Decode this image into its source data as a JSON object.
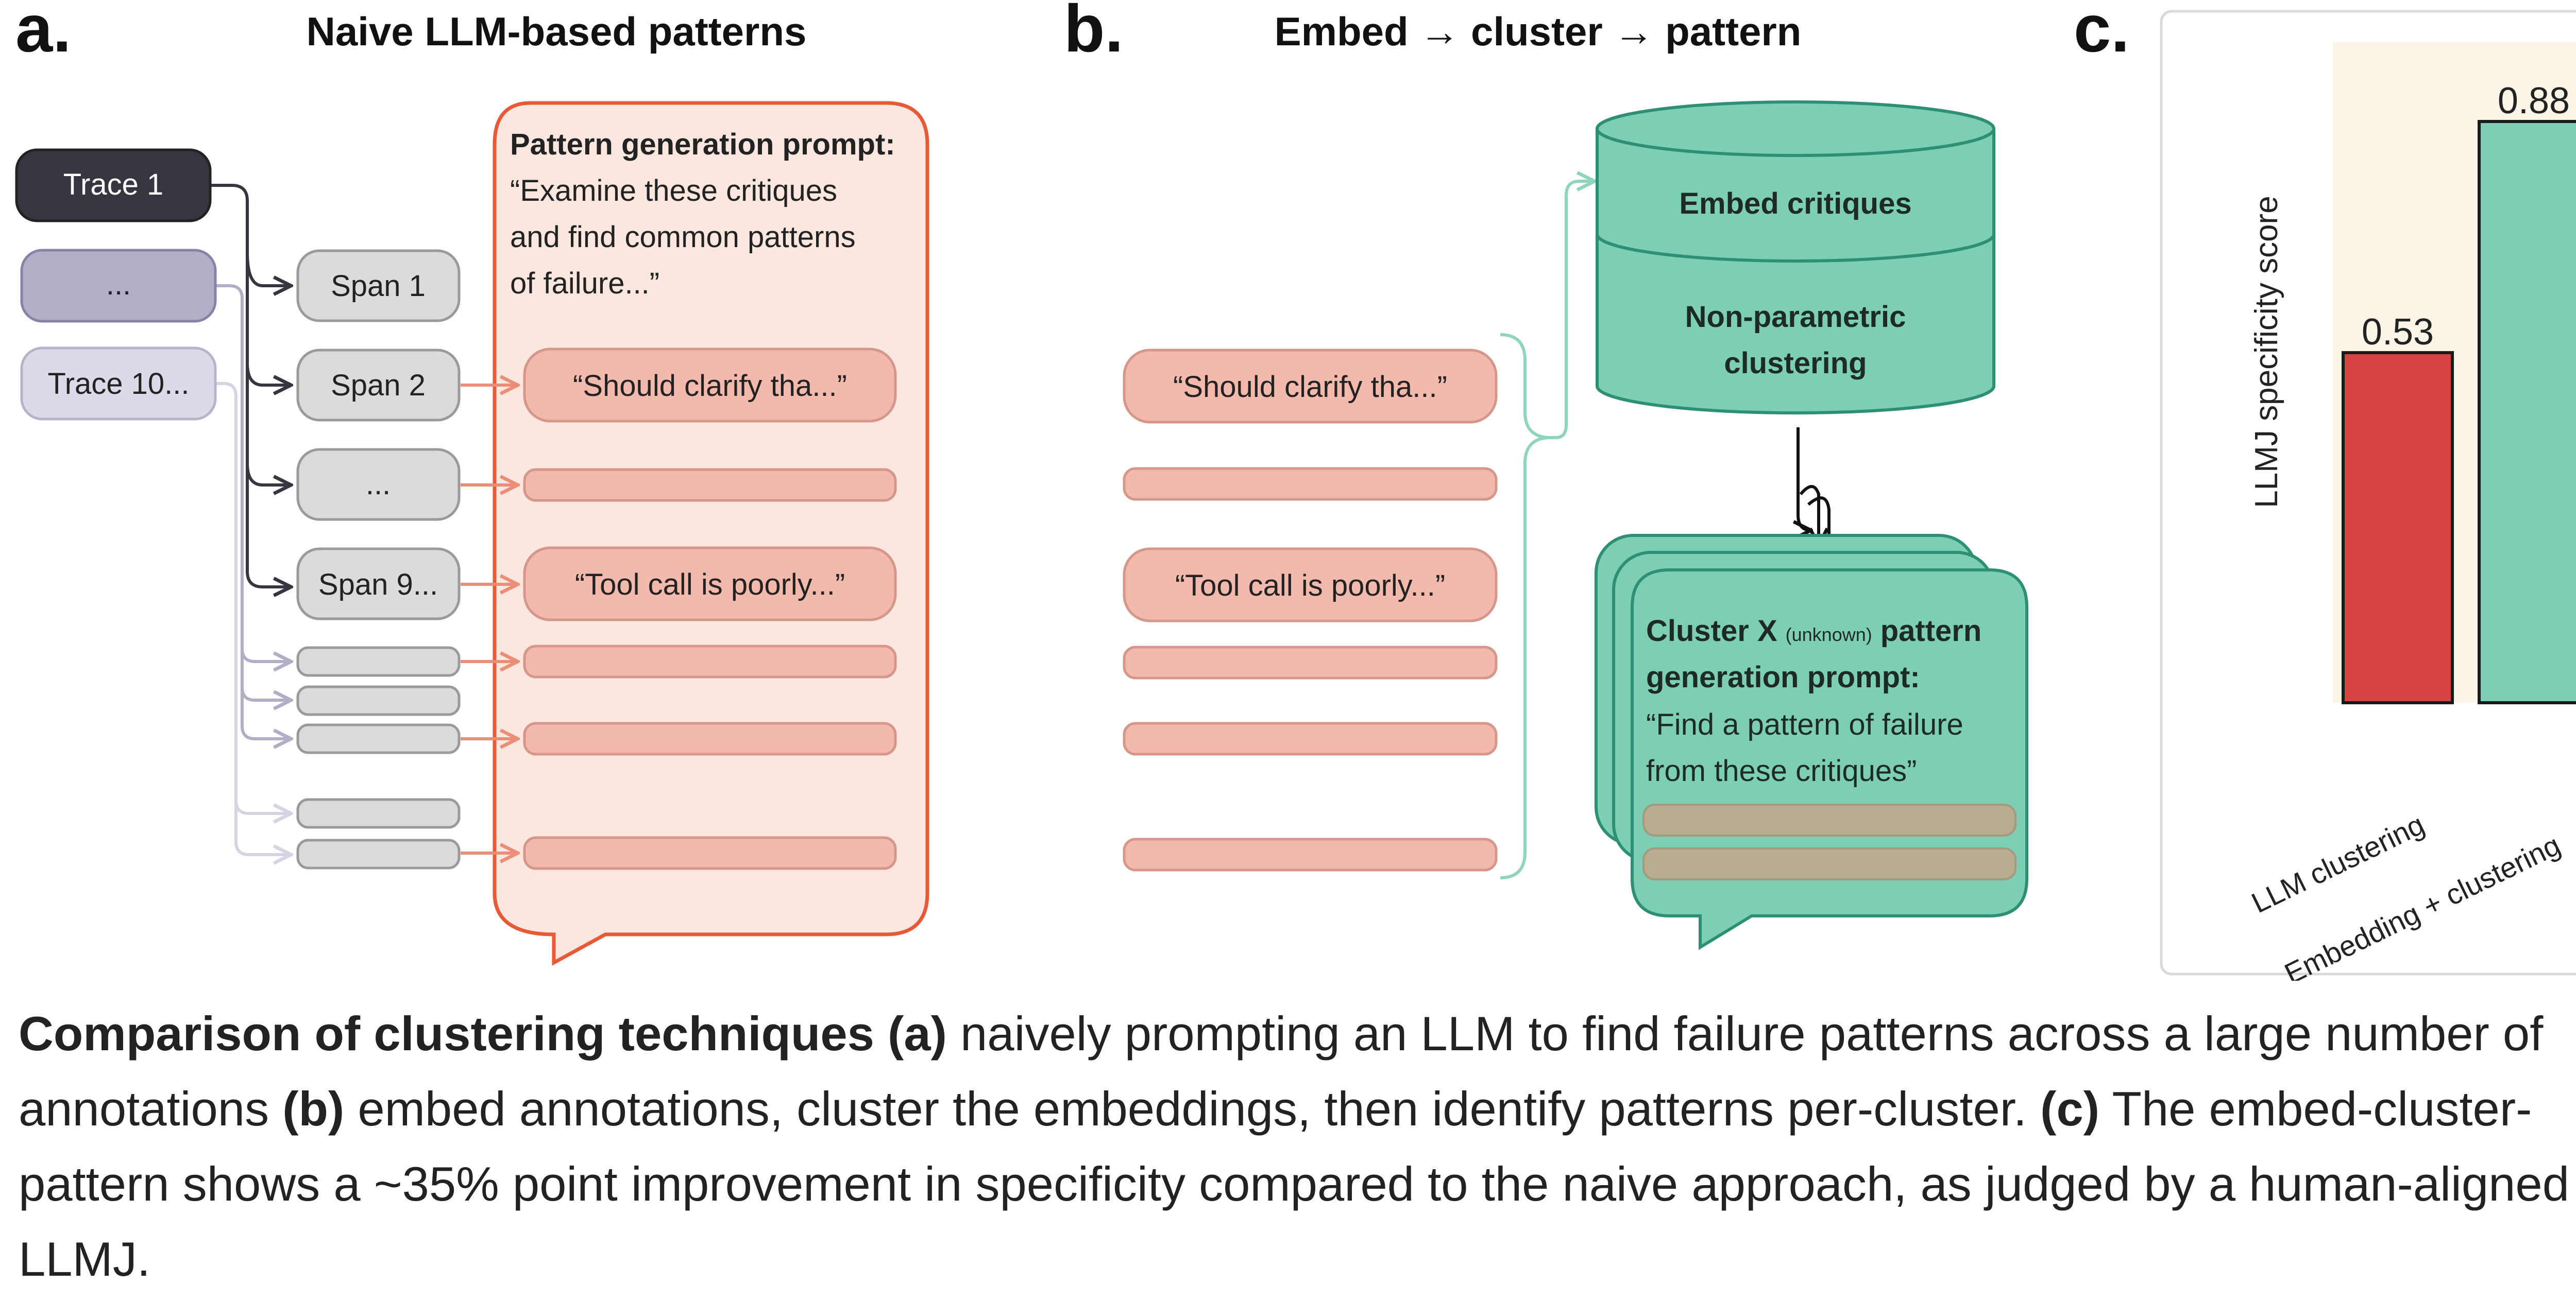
{
  "panel_a": {
    "letter": "a.",
    "title": "Naive LLM-based patterns",
    "traces": [
      "Trace 1",
      "...",
      "Trace 10..."
    ],
    "spans": [
      "Span 1",
      "Span 2",
      "...",
      "Span 9..."
    ],
    "prompt_heading": "Pattern generation prompt:",
    "prompt_lines": [
      "“Examine these critiques",
      "and find common patterns",
      "of failure...”"
    ],
    "critiques": [
      "“Should clarify tha...”",
      "“Tool call is poorly...”"
    ]
  },
  "panel_b": {
    "letter": "b.",
    "title": "Embed → cluster → pattern",
    "critiques": [
      "“Should clarify tha...”",
      "“Tool call is poorly...”"
    ],
    "db_top": "Embed critiques",
    "db_bottom_lines": [
      "Non-parametric",
      "clustering"
    ],
    "cluster_heading": "Cluster X",
    "cluster_unknown": "(unknown)",
    "cluster_heading_rest": "pattern",
    "cluster_heading_line2": "generation prompt:",
    "cluster_prompt_lines": [
      "“Find a pattern of failure",
      "from these critiques”"
    ]
  },
  "panel_c": {
    "letter": "c."
  },
  "chart_data": {
    "type": "bar",
    "categories": [
      "LLM clustering",
      "Embedding + clustering"
    ],
    "values": [
      0.53,
      0.88
    ],
    "value_labels": [
      "0.53",
      "0.88"
    ],
    "ylabel": "LLMJ specificity score",
    "ylim": [
      0,
      1
    ],
    "grid": false,
    "legend": "none",
    "colors": [
      "#d84444",
      "#7dcfb4"
    ],
    "background": "#fbf5e8"
  },
  "caption": {
    "lead": "Comparison of clustering techniques",
    "a_tag": "(a)",
    "a_text": " naively prompting an LLM to find failure patterns across a large number of  annotations ",
    "b_tag": "(b)",
    "b_text": " embed annotations, cluster the embeddings, then identify patterns per-cluster. ",
    "c_tag": "(c)",
    "c_text": " The embed-cluster-pattern shows a ~35% point improvement in specificity compared to the naive approach, as judged by a human-aligned LLMJ."
  },
  "colors": {
    "trace_dark": "#363640",
    "trace_mid": "#b3adc8",
    "trace_light": "#ddd9e9",
    "span_gray": "#dbdbdb",
    "salmon": "#f2b9ac",
    "prompt_border": "#e85a36",
    "teal": "#7dcfb4",
    "teal_dark": "#2d8f73",
    "bar_red": "#d84444",
    "chart_bg": "#fbf5e8"
  }
}
